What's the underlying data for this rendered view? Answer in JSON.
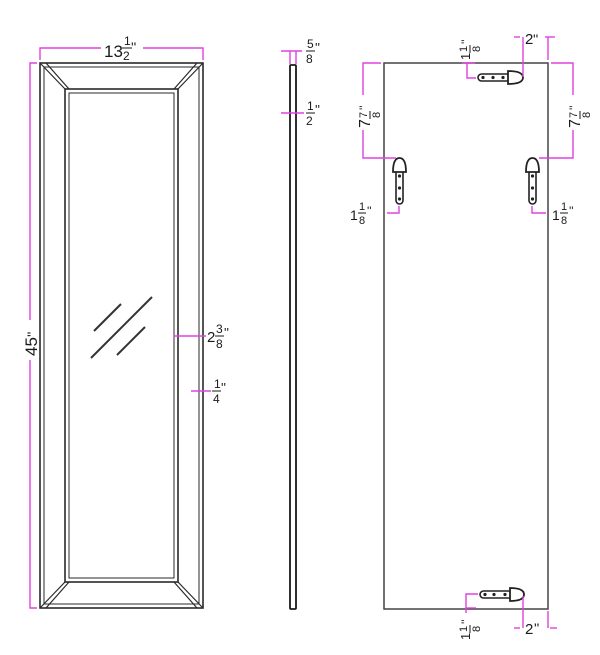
{
  "colors": {
    "dimension_line": "#e040e0",
    "outline": "#2a2a2a",
    "text": "#1a1a1a",
    "background": "#ffffff"
  },
  "front_view": {
    "width_label": {
      "whole": "13",
      "num": "1",
      "den": "2",
      "unit": "''"
    },
    "height_label": {
      "whole": "45",
      "unit": "''"
    },
    "frame_width_label": {
      "whole": "2",
      "num": "3",
      "den": "8",
      "unit": "''"
    },
    "frame_depth_label": {
      "whole": "",
      "num": "1",
      "den": "4",
      "unit": "''"
    },
    "glass_glare_icon": "glare-lines"
  },
  "side_view": {
    "depth_label": {
      "whole": "",
      "num": "5",
      "den": "8",
      "unit": "''"
    },
    "panel_label": {
      "whole": "",
      "num": "1",
      "den": "2",
      "unit": "''"
    }
  },
  "back_view": {
    "top_hanger_offset_label": {
      "whole": "1",
      "num": "1",
      "den": "8",
      "unit": "''"
    },
    "top_hanger_edge_label": {
      "whole": "2",
      "unit": "''"
    },
    "left_hanger_drop_label": {
      "whole": "7",
      "num": "7",
      "den": "8",
      "unit": "''"
    },
    "right_hanger_drop_label": {
      "whole": "7",
      "num": "7",
      "den": "8",
      "unit": "''"
    },
    "left_hanger_inset_label": {
      "whole": "1",
      "num": "1",
      "den": "8",
      "unit": "''"
    },
    "right_hanger_inset_label": {
      "whole": "1",
      "num": "1",
      "den": "8",
      "unit": "''"
    },
    "bottom_hanger_offset_label": {
      "whole": "1",
      "num": "1",
      "den": "8",
      "unit": "''"
    },
    "bottom_hanger_edge_label": {
      "whole": "2",
      "unit": "''"
    },
    "hanger_icon": "d-ring-hanger"
  }
}
